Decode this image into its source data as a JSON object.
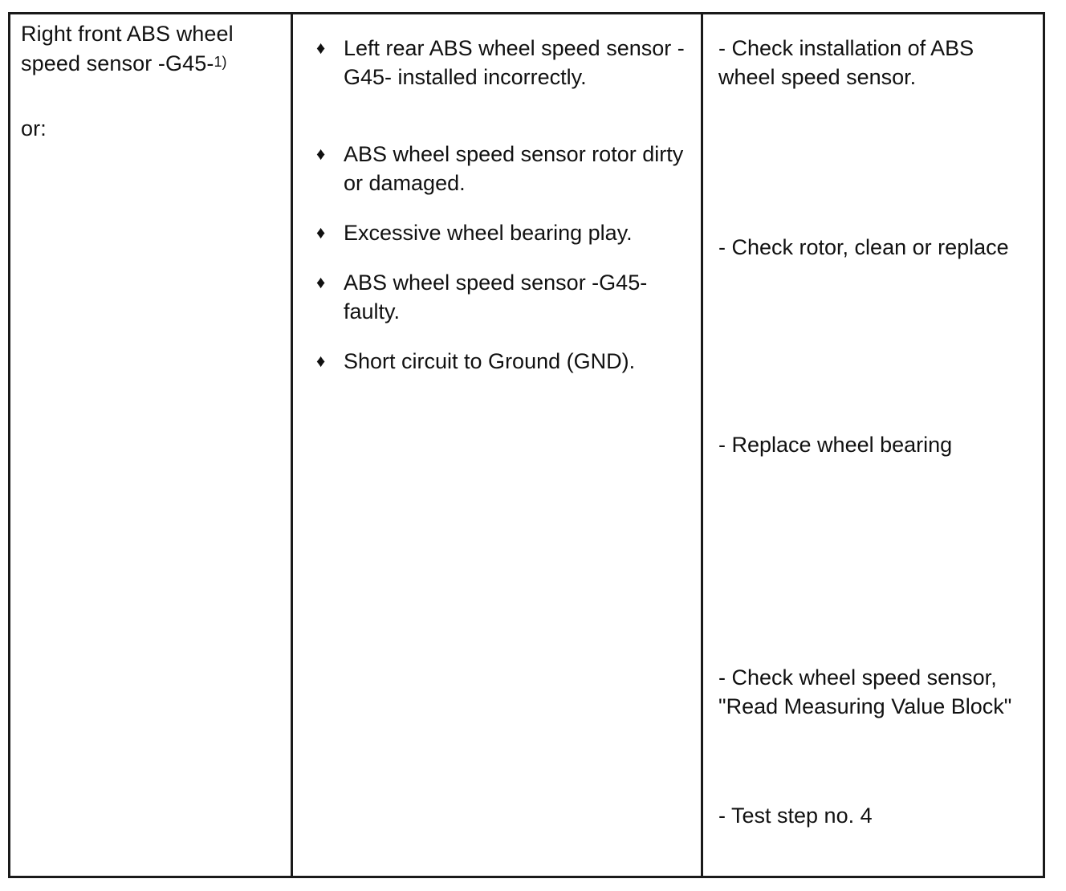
{
  "fault": {
    "location": "Right front ABS wheel speed sensor -G45-",
    "footnote": "1)",
    "or_label": "or:"
  },
  "causes": [
    "Left rear ABS wheel speed sensor -G45- installed incorrectly.",
    "ABS wheel speed sensor rotor dirty or damaged.",
    "Excessive wheel bearing play.",
    "ABS wheel speed sensor -G45- faulty.",
    "Short circuit to Ground (GND)."
  ],
  "bullet_glyph": "♦",
  "remedies": [
    "- Check installation of ABS wheel speed sensor.",
    "- Check rotor, clean or replace",
    "- Replace wheel bearing",
    "- Check wheel speed sensor, \"Read Measuring Value Block\"",
    "- Test step no. 4"
  ]
}
